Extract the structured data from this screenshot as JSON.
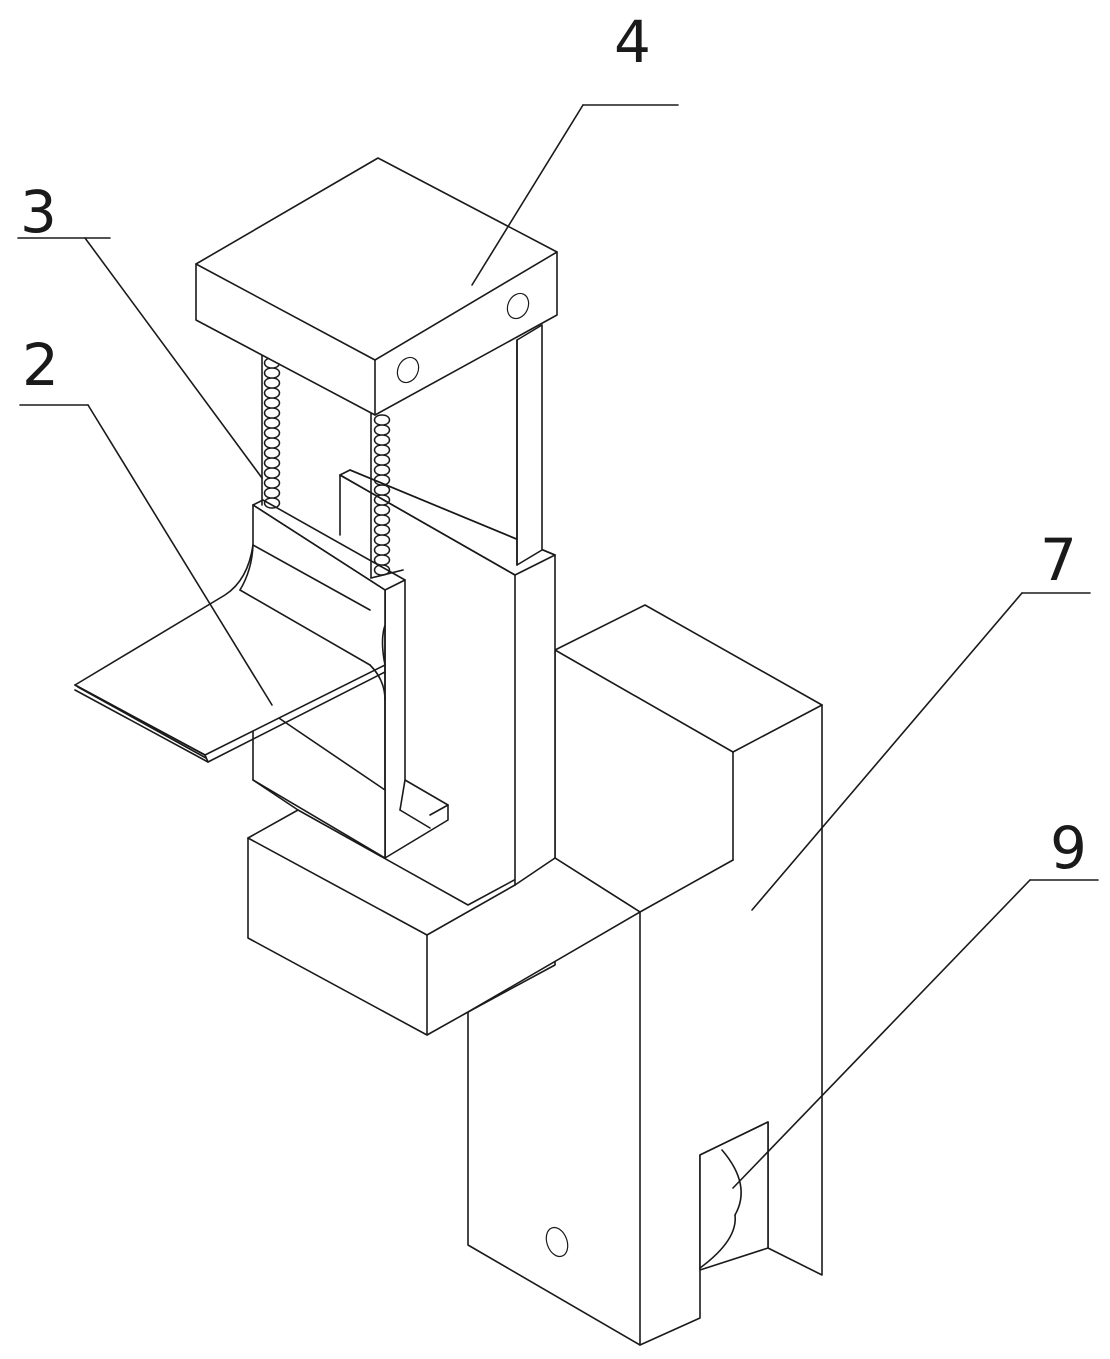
{
  "labels": {
    "part_4": "4",
    "part_3": "3",
    "part_2": "2",
    "part_7": "7",
    "part_9": "9"
  },
  "colors": {
    "line": "#1a1a1a",
    "background": "#ffffff"
  }
}
